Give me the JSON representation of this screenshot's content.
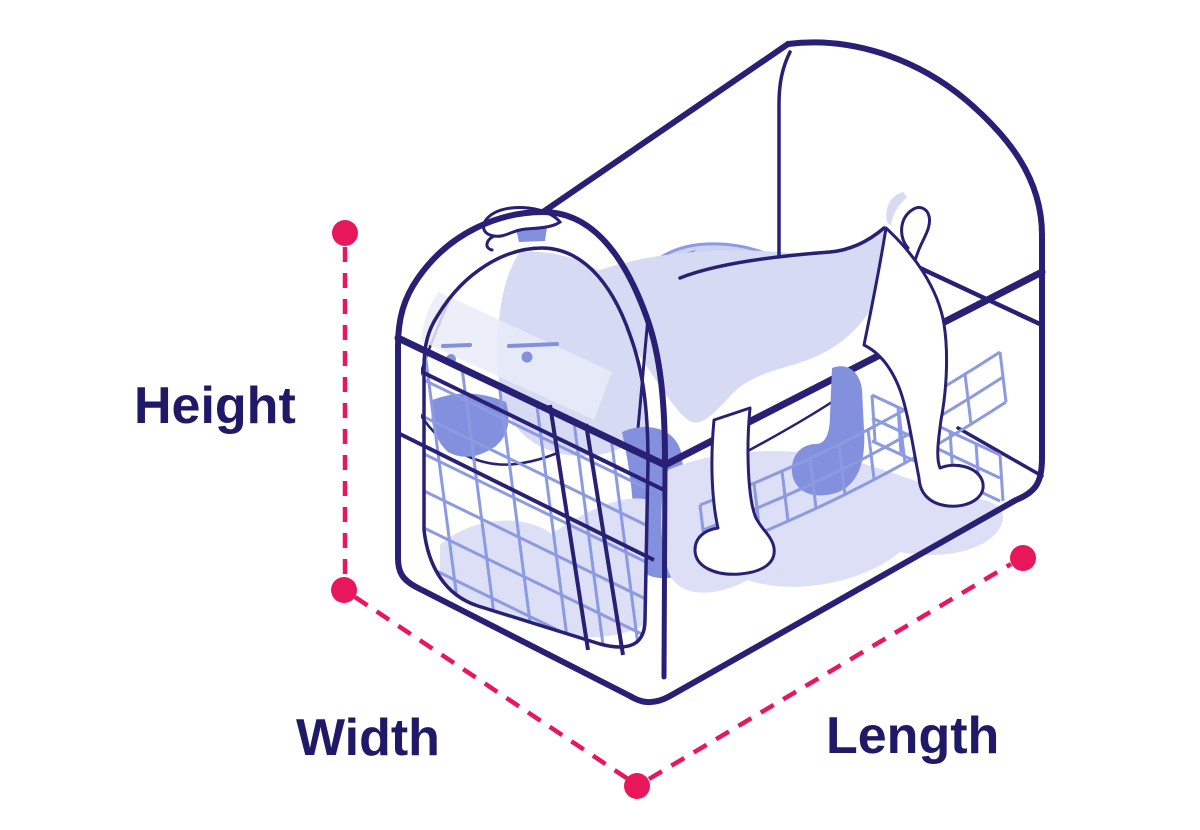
{
  "diagram": {
    "subject": "dog-inside-pet-travel-carrier-measurement-guide",
    "labels": {
      "height": "Height",
      "width": "Width",
      "length": "Length"
    }
  },
  "colors": {
    "background": "#ffffff",
    "label_text": "#1f1968",
    "outline_navy": "#282074",
    "accent_red": "#e8175c",
    "fill_light": "#d6daf3",
    "fill_pale": "#e9ebf8",
    "fill_floor": "#dcdff5",
    "fill_medium": "#8290dd",
    "mesh_line": "#8b9ae1"
  }
}
